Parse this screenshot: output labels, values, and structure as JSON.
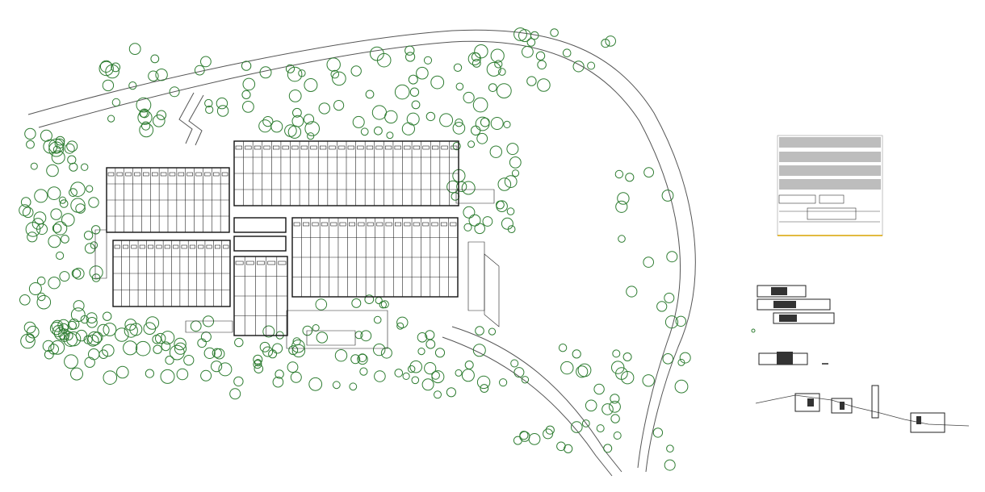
{
  "colors": {
    "background": "#ffffff",
    "tree": "#2f7d32",
    "road": "#555555",
    "building": "#111111",
    "sheet_accent": "#d9a400"
  },
  "drawing": {
    "kind": "architectural site plan",
    "elements": [
      "site-plan",
      "tree-canopy",
      "perimeter-road",
      "building-blocks",
      "floor-plan-sheet",
      "section-drawings",
      "long-section"
    ]
  }
}
